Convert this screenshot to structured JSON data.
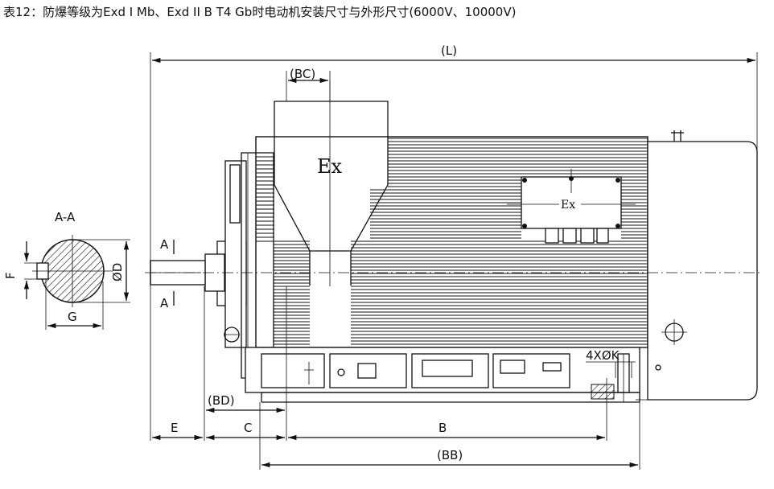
{
  "title": "表12：防爆等级为Exd I Mb、Exd II B T4 Gb时电动机安装尺寸与外形尺寸(6000V、10000V)",
  "labels": {
    "L": "(L)",
    "BC": "(BC)",
    "BD": "(BD)",
    "E": "E",
    "C": "C",
    "B": "B",
    "BB": "(BB)",
    "K": "4XØK",
    "section": "A-A",
    "A_top": "A",
    "A_bottom": "A",
    "F": "F",
    "G": "G",
    "D": "ØD",
    "ex_main": "Ex",
    "ex_box": "Ex"
  }
}
